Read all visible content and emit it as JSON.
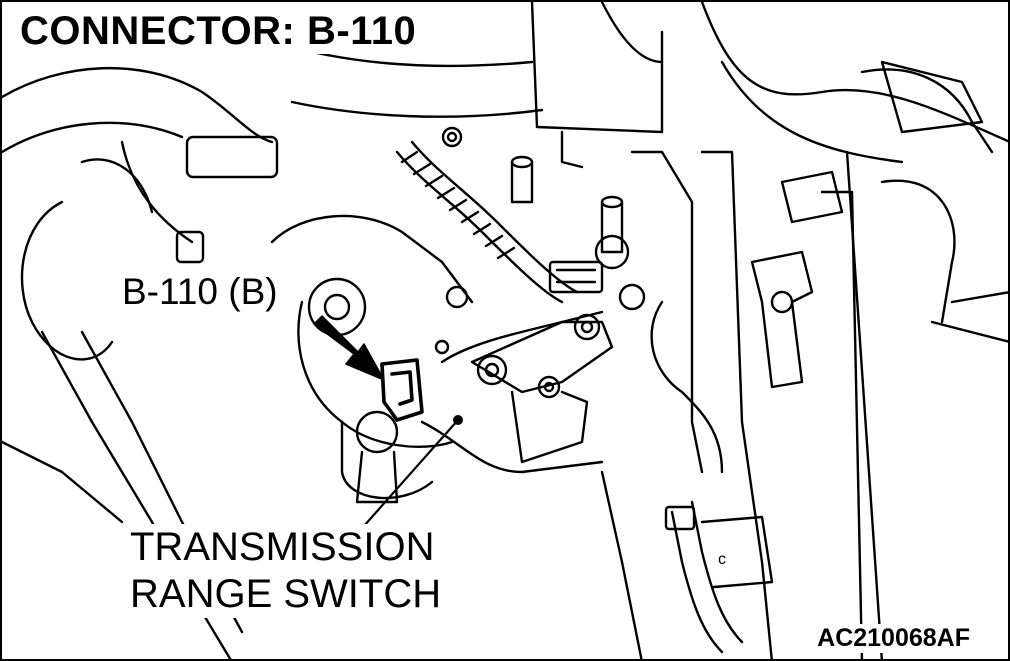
{
  "diagram": {
    "title": "CONNECTOR: B-110",
    "connector_label": "B-110 (B)",
    "part_label_line1": "TRANSMISSION",
    "part_label_line2": "RANGE SWITCH",
    "figure_code": "AC210068AF",
    "small_mark": "c",
    "line_color": "#000000",
    "background_color": "#ffffff"
  }
}
